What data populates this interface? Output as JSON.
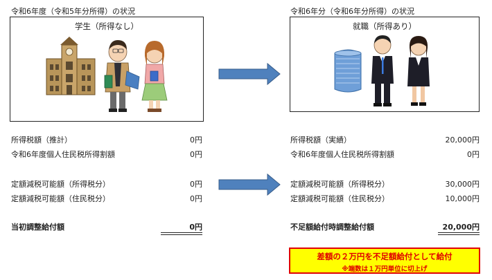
{
  "left": {
    "caption": "令和6年度（令和5年分所得）の状況",
    "box_label": "学生（所得なし）",
    "rows": [
      {
        "label": "所得税額（推計）",
        "amount": "0円"
      },
      {
        "label": "令和6年度個人住民税所得割額",
        "amount": "0円"
      },
      {
        "label": "定額減税可能額（所得税分）",
        "amount": "0円"
      },
      {
        "label": "定額減税可能額（住民税分）",
        "amount": "0円"
      }
    ],
    "total": {
      "label": "当初調整給付額",
      "amount": "0円"
    }
  },
  "right": {
    "caption": "令和6年分（令和6年分所得）の状況",
    "box_label": "就職（所得あり）",
    "rows": [
      {
        "label": "所得税額（実績）",
        "amount": "20,000円"
      },
      {
        "label": "令和6年度個人住民税所得割額",
        "amount": "0円"
      },
      {
        "label": "定額減税可能額（所得税分）",
        "amount": "30,000円"
      },
      {
        "label": "定額減税可能額（住民税分）",
        "amount": "10,000円"
      }
    ],
    "total": {
      "label": "不足額給付時調整給付額",
      "amount": "20,000円"
    }
  },
  "notice": {
    "line1": "差額の２万円を不足額給付として給付",
    "line2": "※端数は１万円単位に切上げ"
  },
  "colors": {
    "arrow_fill": "#4f81bd",
    "arrow_stroke": "#385d8a",
    "notice_bg": "#ffff00",
    "notice_border": "#e00000"
  }
}
